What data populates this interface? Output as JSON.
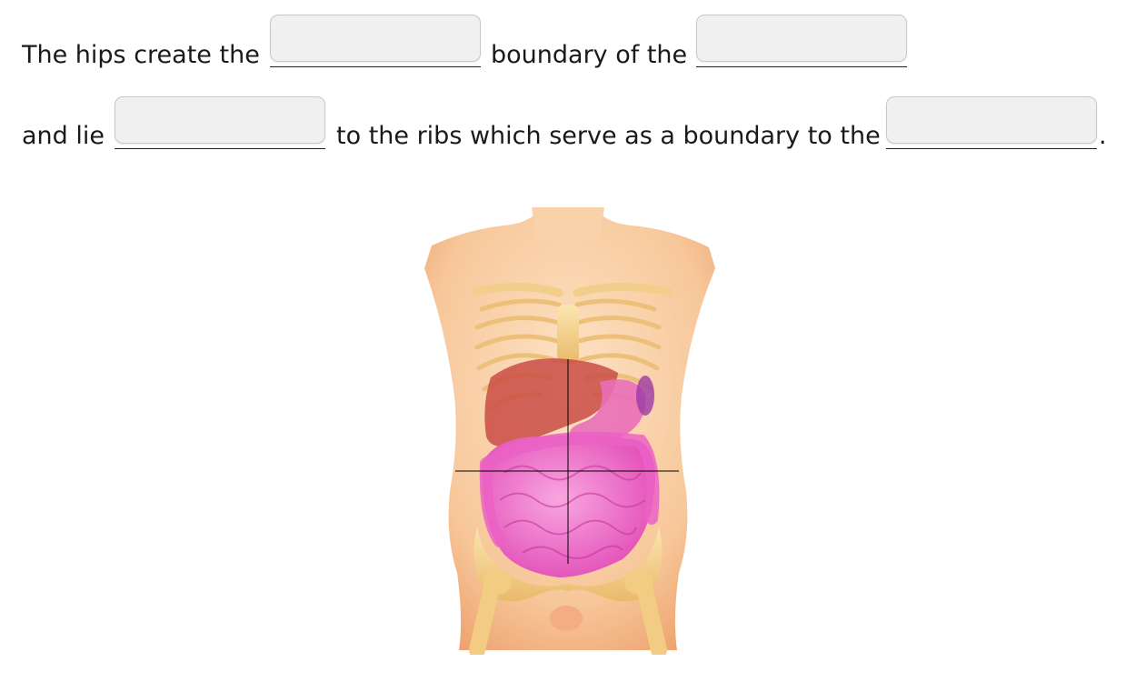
{
  "sentence": {
    "part1": "The hips create the",
    "part2": "boundary of the",
    "part3": "and lie",
    "part4": "to the ribs which serve as a boundary to the",
    "end": "."
  },
  "blanks": [
    {
      "value": "",
      "placeholder": ""
    },
    {
      "value": "",
      "placeholder": ""
    },
    {
      "value": "",
      "placeholder": ""
    },
    {
      "value": "",
      "placeholder": ""
    }
  ],
  "figure": {
    "image": "anatomy-torso-abdominal-quadrants",
    "colors": {
      "skin": "#f7c79a",
      "bone": "#f3d08a",
      "liver": "#c94c45",
      "stomach": "#e96fb8",
      "intestine": "#f060c6",
      "guide": "#000000"
    }
  }
}
